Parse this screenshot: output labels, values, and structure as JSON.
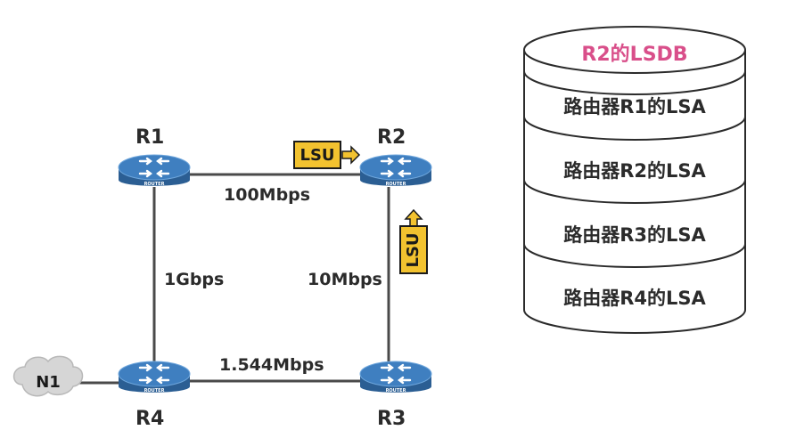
{
  "routers": {
    "r1": {
      "name": "R1",
      "badge": "ROUTER"
    },
    "r2": {
      "name": "R2",
      "badge": "ROUTER"
    },
    "r3": {
      "name": "R3",
      "badge": "ROUTER"
    },
    "r4": {
      "name": "R4",
      "badge": "ROUTER"
    }
  },
  "links": {
    "r1_r2": "100Mbps",
    "r1_r4": "1Gbps",
    "r2_r3": "10Mbps",
    "r4_r3": "1.544Mbps"
  },
  "network": {
    "n1": "N1"
  },
  "lsu": {
    "label_top": "LSU",
    "label_right": "LSU"
  },
  "lsdb": {
    "title": "R2的LSDB",
    "rows": [
      "路由器R1的LSA",
      "路由器R2的LSA",
      "路由器R3的LSA",
      "路由器R4的LSA"
    ]
  },
  "colors": {
    "router_body": "#3f7fc0",
    "router_side": "#2b5e93",
    "link_line": "#4a4a4a",
    "lsu_fill": "#f2c22f",
    "lsu_border": "#1a1a1a",
    "db_title": "#d94f8a",
    "cloud": "#d6d6d6"
  }
}
